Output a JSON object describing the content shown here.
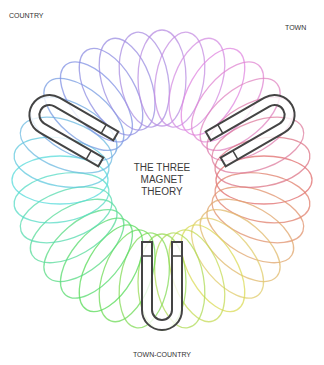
{
  "diagram": {
    "nodes": [
      {
        "text": [
          "THE THREE MAGNET THEORY"
        ]
      }
    ],
    "labels": [
      "COUNTRY",
      "TOWN",
      "TOWN-COUNTRY"
    ]
  }
}
